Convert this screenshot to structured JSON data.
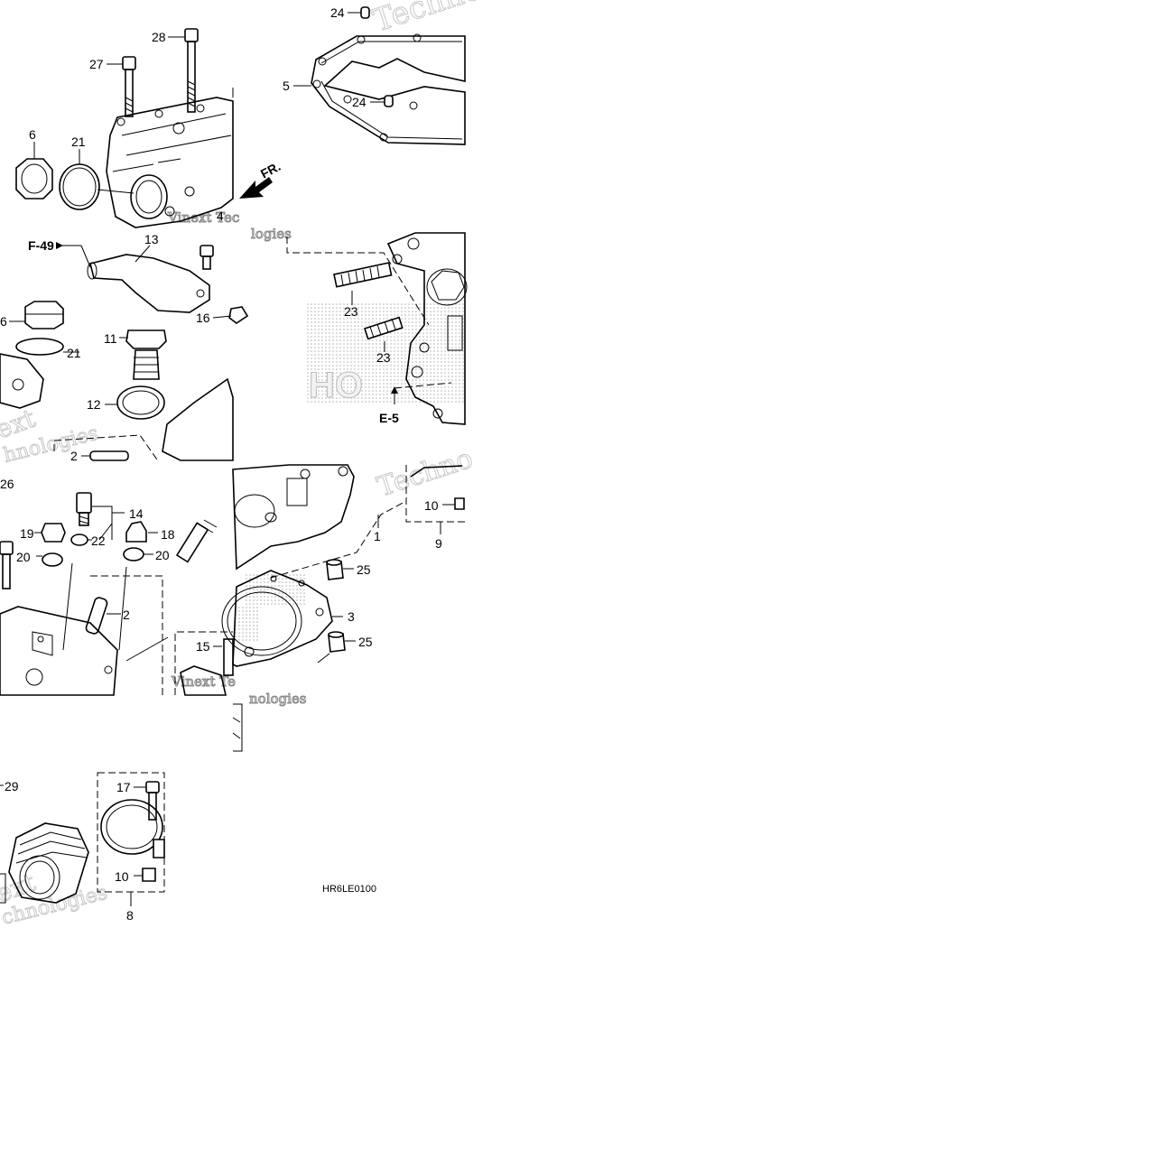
{
  "diagram": {
    "code": "HR6LE0100",
    "front_marker": "FR.",
    "references": [
      "F-49",
      "E-5"
    ],
    "watermark_fragments": [
      "Techno",
      "Vinext Tec",
      "logies",
      "ext",
      "hnologies",
      "Techno",
      "Vinext Te",
      "nologies",
      "ext",
      "chnologies"
    ],
    "callouts": [
      "24",
      "28",
      "27",
      "5",
      "24",
      "6",
      "21",
      "4",
      "13",
      "16",
      "6",
      "11",
      "21",
      "12",
      "23",
      "23",
      "2",
      "26",
      "14",
      "19",
      "22",
      "18",
      "20",
      "20",
      "2",
      "10",
      "1",
      "9",
      "25",
      "3",
      "25",
      "15",
      "29",
      "17",
      "10",
      "8"
    ]
  },
  "colors": {
    "line": "#000000",
    "watermark": "#c8c8c8",
    "background": "#ffffff"
  }
}
